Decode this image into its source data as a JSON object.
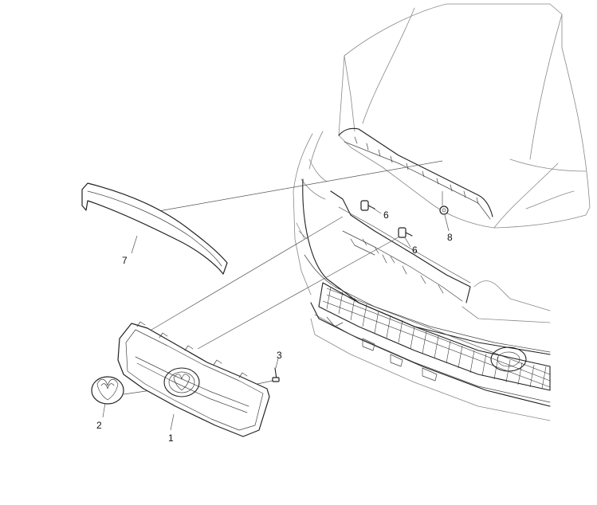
{
  "callouts": {
    "grille": "1",
    "emblem": "2",
    "screw": "3",
    "clip_left": "6",
    "clip_right": "6",
    "retainer": "8",
    "molding": "7"
  }
}
